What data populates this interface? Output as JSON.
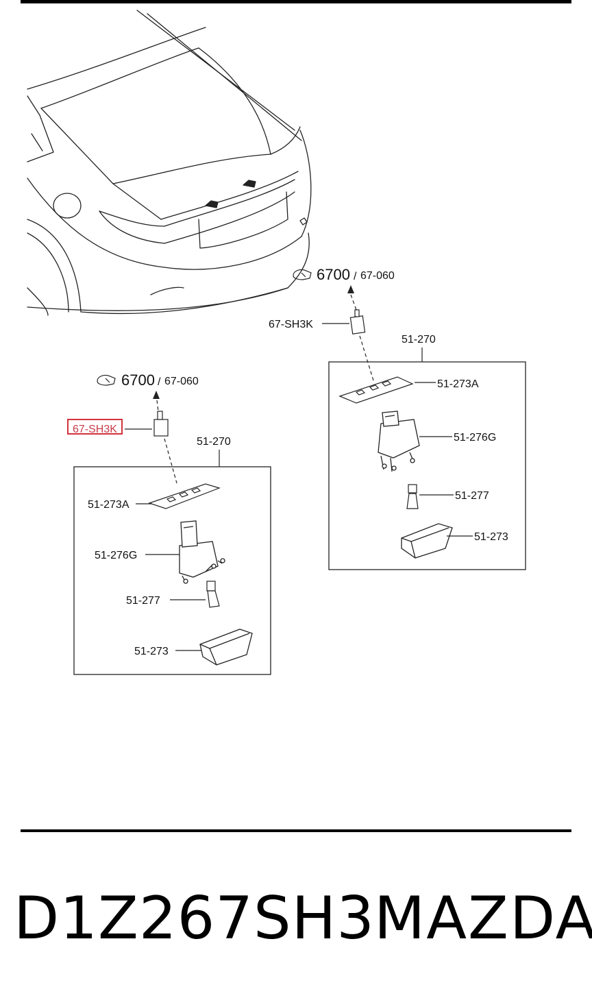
{
  "callouts": {
    "ref_code": "6700",
    "ref_sub": "67-060",
    "bulb_socket": "67-SH3K",
    "assembly": "51-270",
    "lens_seal": "51-273A",
    "lamp_housing": "51-276G",
    "bulb": "51-277",
    "lens": "51-273"
  },
  "highlight_color": "#d2323c",
  "footer": {
    "part_number": "D1Z267SH3",
    "brand": "MAZDA"
  }
}
